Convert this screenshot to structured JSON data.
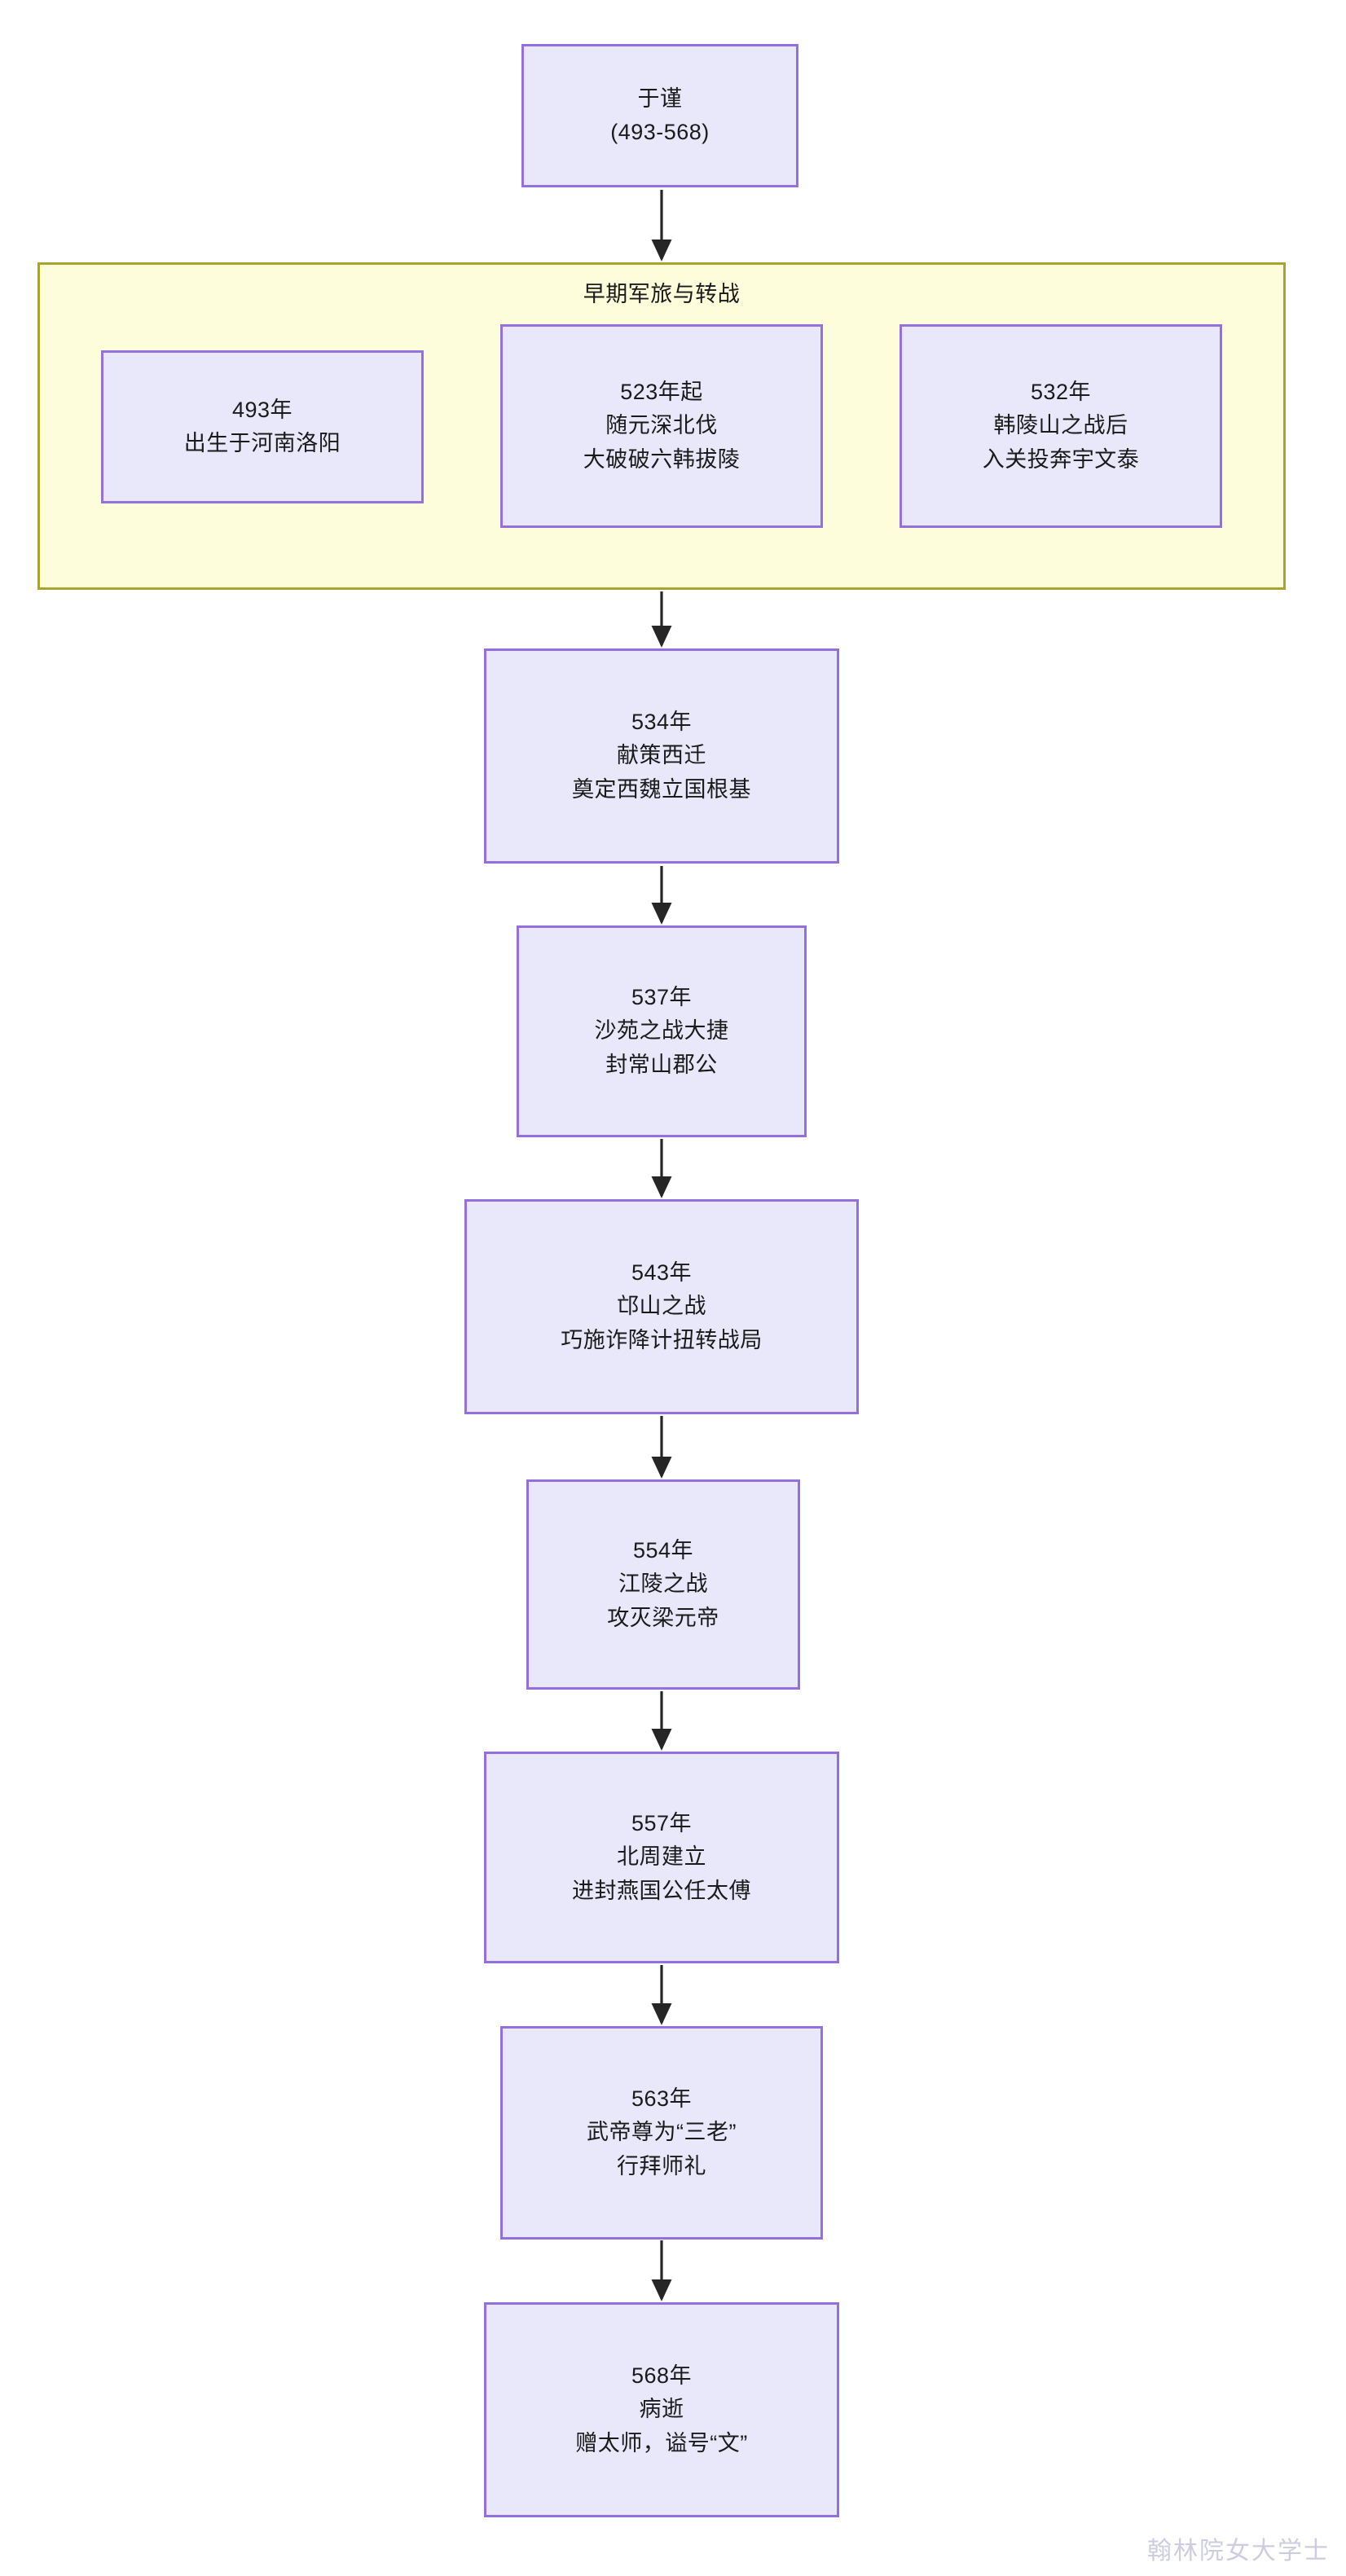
{
  "diagram": {
    "title_node": {
      "id": "person",
      "text": "于谨\n(493-568)"
    },
    "cluster": {
      "label": "早期军旅与转战",
      "nodes": [
        {
          "id": "y493",
          "text": "493年\n出生于河南洛阳"
        },
        {
          "id": "y523",
          "text": "523年起\n随元深北伐\n大破破六韩拔陵"
        },
        {
          "id": "y532",
          "text": "532年\n韩陵山之战后\n入关投奔宇文泰"
        }
      ]
    },
    "timeline": [
      {
        "id": "y534",
        "text": "534年\n献策西迁\n奠定西魏立国根基"
      },
      {
        "id": "y537",
        "text": "537年\n沙苑之战大捷\n封常山郡公"
      },
      {
        "id": "y543",
        "text": "543年\n邙山之战\n巧施诈降计扭转战局"
      },
      {
        "id": "y554",
        "text": "554年\n江陵之战\n攻灭梁元帝"
      },
      {
        "id": "y557",
        "text": "557年\n北周建立\n进封燕国公任太傅"
      },
      {
        "id": "y563",
        "text": "563年\n武帝尊为“三老”\n行拜师礼"
      },
      {
        "id": "y568",
        "text": "568年\n病逝\n赠太师，谥号“文”"
      }
    ],
    "watermark": "翰林院女大学士",
    "colors": {
      "node_fill": "#e8e8fa",
      "node_border": "#9370db",
      "cluster_fill": "#fdfddc",
      "cluster_border": "#a8a432",
      "edge": "#262626",
      "text": "#1a1a1a",
      "watermark": "#c8c8dc"
    }
  }
}
